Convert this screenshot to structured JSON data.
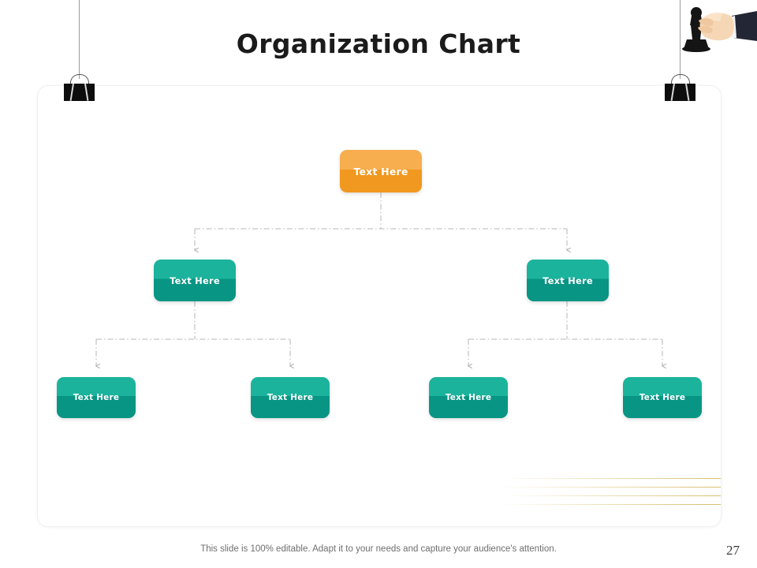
{
  "slide": {
    "title": "Organization Chart",
    "page_number": "27",
    "footer_note": "This slide is 100% editable. Adapt it to your needs and capture your audience's attention."
  },
  "theme": {
    "root_color": "#F5A43C",
    "node_color": "#0FA78F",
    "connector_color": "#b4b4b4",
    "accent_line_color": "#C9AA3C",
    "title_color": "#1b1b1b",
    "card_background": "#FFFFFF"
  },
  "decor": {
    "clip_left_name": "binder-clip",
    "clip_right_name": "binder-clip",
    "hand_icon": "hand-holding-chess-piece"
  },
  "chart_data": {
    "type": "diagram",
    "title": "Organization Chart",
    "orientation": "top-down",
    "levels": 3,
    "nodes": [
      {
        "id": "root",
        "label": "Text Here",
        "level": 0,
        "color": "#F5A43C"
      },
      {
        "id": "b1",
        "label": "Text Here",
        "level": 1,
        "color": "#0FA78F",
        "parent": "root"
      },
      {
        "id": "b2",
        "label": "Text Here",
        "level": 1,
        "color": "#0FA78F",
        "parent": "root"
      },
      {
        "id": "l1",
        "label": "Text Here",
        "level": 2,
        "color": "#0FA78F",
        "parent": "b1"
      },
      {
        "id": "l2",
        "label": "Text Here",
        "level": 2,
        "color": "#0FA78F",
        "parent": "b1"
      },
      {
        "id": "l3",
        "label": "Text Here",
        "level": 2,
        "color": "#0FA78F",
        "parent": "b2"
      },
      {
        "id": "l4",
        "label": "Text Here",
        "level": 2,
        "color": "#0FA78F",
        "parent": "b2"
      }
    ],
    "edges": [
      {
        "from": "root",
        "to": "b1"
      },
      {
        "from": "root",
        "to": "b2"
      },
      {
        "from": "b1",
        "to": "l1"
      },
      {
        "from": "b1",
        "to": "l2"
      },
      {
        "from": "b2",
        "to": "l3"
      },
      {
        "from": "b2",
        "to": "l4"
      }
    ],
    "edge_style": "dash-dot-with-arrowhead"
  }
}
